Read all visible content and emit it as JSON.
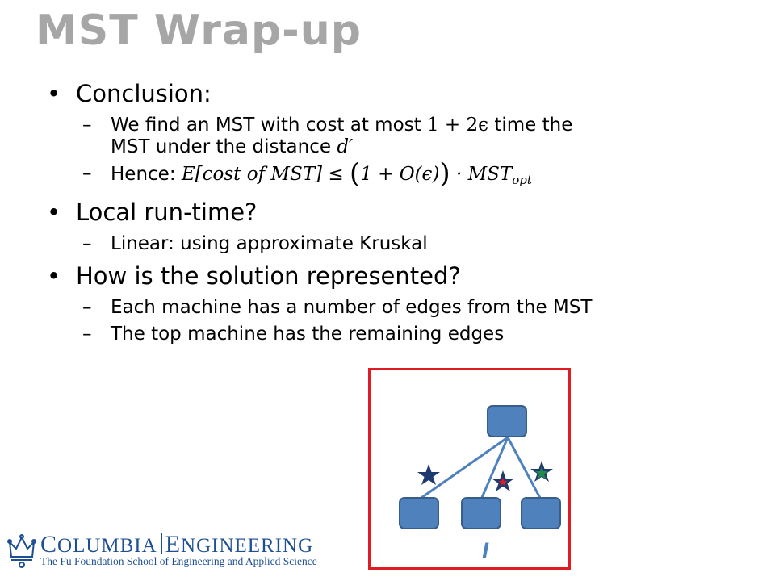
{
  "title": "MST Wrap-up",
  "bullets": [
    {
      "text": "Conclusion:",
      "sub": [
        {
          "line1_pre": "We find an MST with cost at most ",
          "line1_math": "1 + 2ϵ",
          "line1_post": " time the",
          "line2_pre": "MST under the distance ",
          "line2_math": "d′"
        },
        {
          "pre": "Hence: ",
          "math_a": "E[cost of MST] ≤ ",
          "paren_open": "(",
          "math_b": "1 + O(ϵ)",
          "paren_close": ")",
          "math_c": " · MST",
          "math_sub": "opt"
        }
      ]
    },
    {
      "text": "Local run-time?",
      "sub": [
        {
          "text": "Linear: using approximate Kruskal"
        }
      ]
    },
    {
      "text": "How is the solution represented?",
      "sub": [
        {
          "text": "Each machine has a number of edges from the MST"
        },
        {
          "text": "The top machine has the remaining edges"
        }
      ]
    }
  ],
  "diagram": {
    "node_color": "#4f81bd",
    "node_border": "#385d8a",
    "edge_color": "#4f81bd",
    "frame_color": "#e01b22",
    "stars": [
      {
        "name": "left-star",
        "color": "#1f3a6e"
      },
      {
        "name": "middle-star",
        "color": "#e01b22"
      },
      {
        "name": "right-star",
        "color": "#1f8a4c"
      }
    ],
    "label": "l"
  },
  "logo": {
    "top_c": "C",
    "top_olumbia": "OLUMBIA",
    "top_e": "E",
    "top_ngineering": "NGINEERING",
    "bottom": "The Fu Foundation School of Engineering and Applied Science",
    "color": "#1d4f91"
  }
}
